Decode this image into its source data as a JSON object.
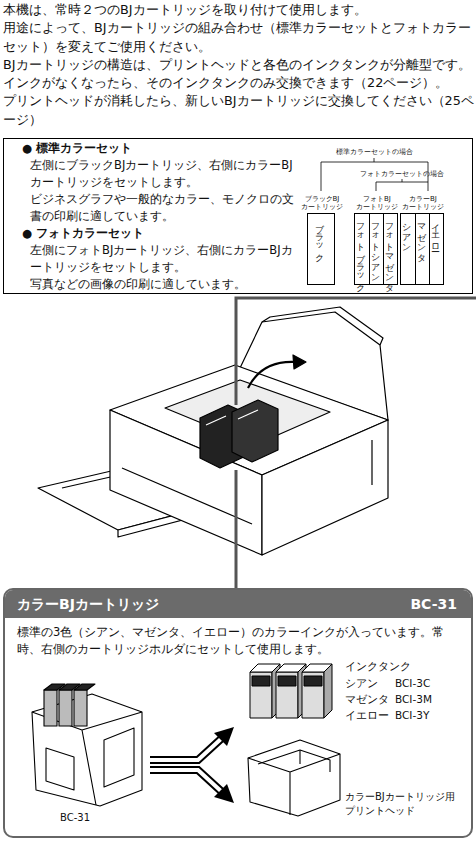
{
  "diagram": {
    "nodes": [
      {
        "text": [
          "● 標準カラーセット",
          "左側にブラックBJカートリッジ、右側にカラーBJカートリッジをセットします。",
          "ビジネスグラフや一般的なカラー、モノクロの文書の印刷に適しています。",
          "● フォトカラーセット",
          "左側にフォトBJカートリッジ、右側にカラーBJカートリッジをセットします。",
          "写真などの画像の印刷に適しています。"
        ]
      },
      {
        "text": [
          "ブラックBJ カートリッジ"
        ],
        "in": 0
      },
      {
        "text": [
          "ブラック"
        ],
        "in": 1
      },
      {
        "text": [
          "フォトBJ カートリッジ"
        ],
        "in": 0
      },
      {
        "text": [
          "フォトブラック"
        ],
        "in": 3
      },
      {
        "text": [
          "フォトシアン"
        ],
        "in": 3
      },
      {
        "text": [
          "フォトマゼンタ"
        ],
        "in": 3
      },
      {
        "text": [
          "カラーBJ カートリッジ"
        ],
        "in": 0
      },
      {
        "text": [
          "シアン"
        ],
        "in": 7
      },
      {
        "text": [
          "マゼンタ"
        ],
        "in": 7
      },
      {
        "text": [
          "イエロー"
        ],
        "in": 7
      },
      {
        "text": [
          "カラーBJカートリッジ",
          "BC-31",
          "標準の3色（シアン、マゼンタ、イエロー）のカラーインクが入っています。常時、右側のカートリッジホルダにセットして使用します。"
        ]
      }
    ],
    "labels": [
      "本機は、常時２つのBJカートリッジを取り付けて使用します。",
      "用途によって、BJカートリッジの組み合わせ（標準カラーセットとフォトカラーセット）を変えてご使用ください。",
      "BJカートリッジの構造は、プリントヘッドと各色のインクタンクが分離型です。",
      "インクがなくなったら、そのインクタンクのみ交換できます（22ページ）。",
      "プリントヘッドが消耗したら、新しいBJカートリッジに交換してください（25ページ）",
      "標準カラーセットの場合",
      "フォトカラーセットの場合",
      "インクタンク",
      "シアン",
      "BCI-3C",
      "マゼンタ",
      "BCI-3M",
      "イエロー",
      "BCI-3Y",
      "BC-31",
      "カラーBJカートリッジ用 プリントヘッド"
    ]
  }
}
